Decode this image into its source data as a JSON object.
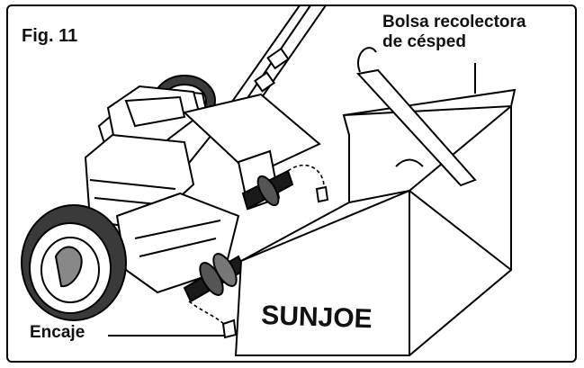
{
  "figure": {
    "label": "Fig. 11"
  },
  "callouts": {
    "bag_line1": "Bolsa recolectora",
    "bag_line2": "de césped",
    "hook": "Encaje"
  },
  "brand": {
    "text": "SUNJOE"
  },
  "colors": {
    "line": "#000000",
    "fill": "#ffffff",
    "shade": "#3a3a3a",
    "dark": "#1a1a1a"
  }
}
